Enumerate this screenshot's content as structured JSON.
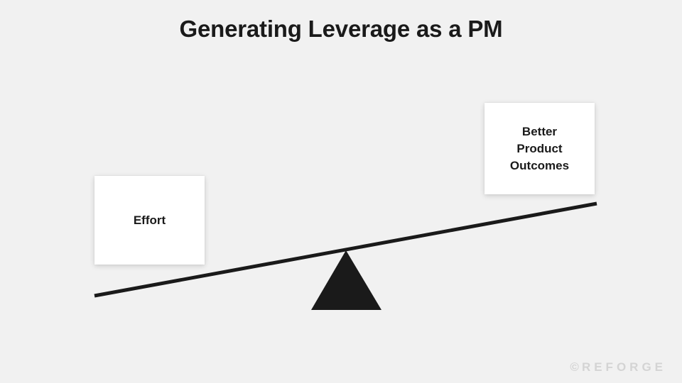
{
  "slide": {
    "title": "Generating Leverage as a PM",
    "background_color": "#f1f1f1",
    "text_color": "#1a1a1a"
  },
  "diagram": {
    "type": "lever-balance-illustration",
    "name": "leverage-seesaw",
    "beam": {
      "color": "#1a1a1a",
      "left_end": "133,417",
      "right_end": "840,287",
      "thickness": "5"
    },
    "fulcrum": {
      "shape": "triangle",
      "color": "#1a1a1a",
      "apex": "487,353",
      "base_left": "438,437",
      "base_right": "537,437"
    },
    "boxes": [
      {
        "name": "effort",
        "label": "Effort",
        "lines": [
          "Effort"
        ],
        "background": "#ffffff"
      },
      {
        "name": "better-product-outcomes",
        "label": "Better Product Outcomes",
        "lines": [
          "Better",
          "Product",
          "Outcomes"
        ],
        "background": "#ffffff"
      }
    ]
  },
  "watermark": {
    "mark": "©",
    "text": "REFORGE",
    "color": "#d4d4d4"
  }
}
